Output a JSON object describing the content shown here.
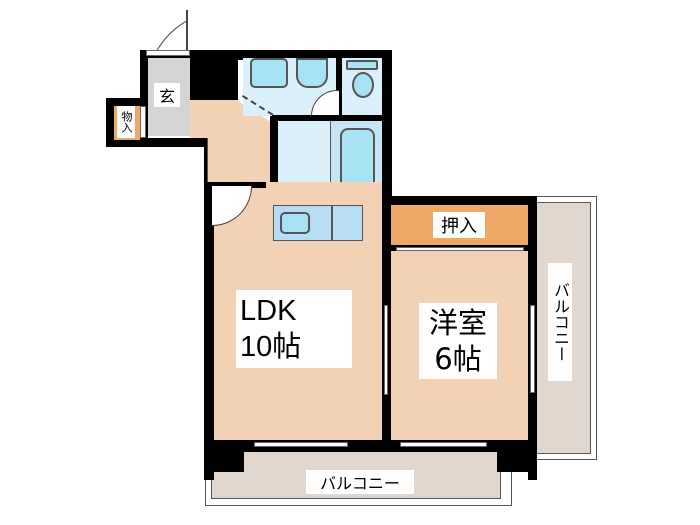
{
  "floor_plan": {
    "rooms": {
      "genkan": {
        "label": "玄"
      },
      "storage_small": {
        "label": "物入"
      },
      "ldk": {
        "label_line1": "LDK",
        "label_line2": "10帖"
      },
      "western_room": {
        "label_line1": "洋室",
        "label_line2": "6帖"
      },
      "closet": {
        "label": "押入"
      },
      "balcony_bottom": {
        "label": "バルコニー"
      },
      "balcony_right": {
        "label": "バルコニー"
      }
    },
    "colors": {
      "wall": "#000000",
      "floor": "#f2d1b5",
      "wet_area": "#dcf0fb",
      "fixture": "#a8e3f5",
      "closet": "#f0a867",
      "entry": "#d4d4d4",
      "balcony": "#e1d7cf"
    }
  }
}
